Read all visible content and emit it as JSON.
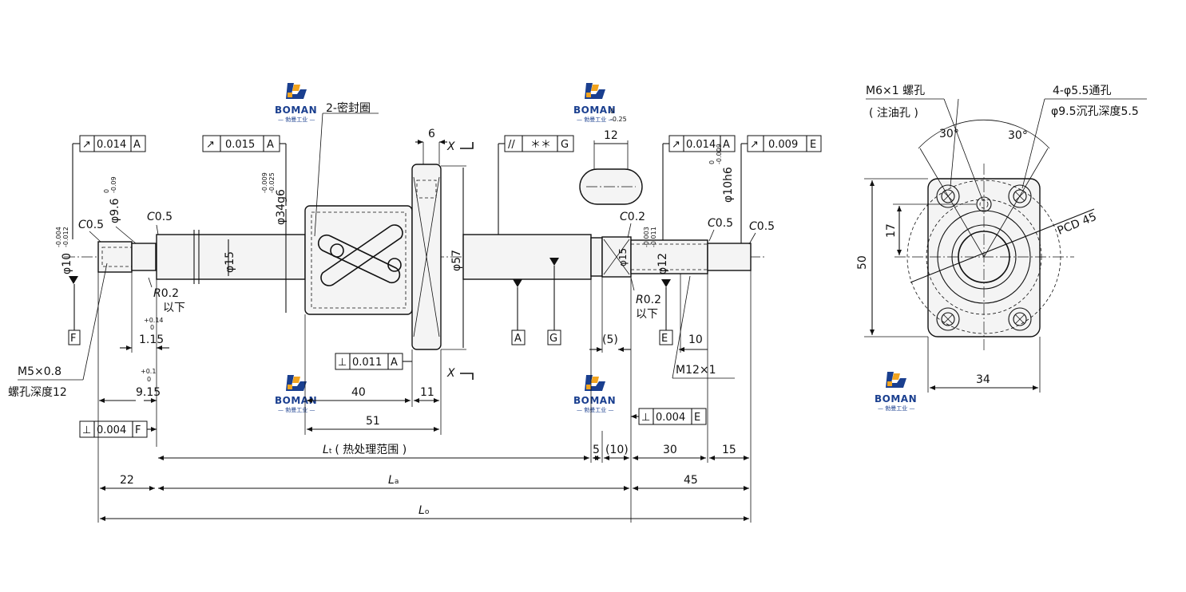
{
  "brand": {
    "name": "BOMAN",
    "subtitle": "— 勃曼工业 —",
    "color_blue": "#1a3f8f",
    "color_orange": "#f2a41e"
  },
  "tolerance_frames": {
    "f1": {
      "symbol": "↗",
      "value": "0.014",
      "datum": "A"
    },
    "f2": {
      "symbol": "↗",
      "value": "0.015",
      "datum": "A"
    },
    "f3": {
      "symbol": "//",
      "value": "＊＊",
      "datum": "G"
    },
    "f4": {
      "symbol": "↗",
      "value": "0.014",
      "datum": "A"
    },
    "f5": {
      "symbol": "↗",
      "value": "0.009",
      "datum": "E"
    },
    "f6": {
      "symbol": "⊥",
      "value": "0.011",
      "datum": "A"
    },
    "f7": {
      "symbol": "⊥",
      "value": "0.004",
      "datum": "F"
    },
    "f8": {
      "symbol": "⊥",
      "value": "0.004",
      "datum": "E"
    }
  },
  "labels": {
    "seal": "2-密封圈",
    "c05": "0.5",
    "c_letter": "C",
    "r02": "0.2",
    "r_letter": "R",
    "below": "以下",
    "phi": "φ",
    "d10": "10",
    "d10_tol_up": "-0.004",
    "d10_tol_low": "-0.012",
    "d96": "9.6",
    "d96_tol_up": "0",
    "d96_tol_low": "-0.09",
    "d15": "15",
    "d34": "34g6",
    "d34_tol_up": "-0.009",
    "d34_tol_low": "-0.025",
    "d57": "57",
    "d12": "12",
    "d12_tol_up": "-0.003",
    "d12_tol_low": "-0.011",
    "d10h6": "10h6",
    "d10h6_tol_up": "0",
    "d10h6_tol_low": "-0.009",
    "dim6": "6",
    "dim12": "12",
    "dim12_tol_up": "0",
    "dim12_tol_low": "-0.25",
    "section_x": "X",
    "datum_a": "A",
    "datum_g": "G",
    "datum_f": "F",
    "datum_e": "E",
    "dim_115": "1.15",
    "dim_115_tol_up": "+0.14",
    "dim_115_tol_low": "0",
    "dim_915": "9.15",
    "dim_915_tol_up": "+0.1",
    "dim_915_tol_low": "0",
    "m5": "M5×0.8",
    "m5_depth": "螺孔深度12",
    "m12": "M12×1",
    "dim40": "40",
    "dim11": "11",
    "dim51": "51",
    "dim5a": "(5)",
    "dim10": "10",
    "lt": "L",
    "lt_sub": "t",
    "lt_text": "( 热处理范围 )",
    "dim5": "5",
    "dim10p": "(10)",
    "dim30": "30",
    "dim15": "15",
    "dim22": "22",
    "la": "L",
    "la_sub": "a",
    "dim45": "45",
    "lo": "L",
    "lo_sub": "o"
  },
  "side_view": {
    "m6": "M6×1 螺孔",
    "m6_sub": "( 注油孔 )",
    "holes": "4-φ5.5通孔",
    "holes_sub": "φ9.5沉孔深度5.5",
    "angle_l": "30°",
    "angle_r": "30°",
    "pcd": "PCD 45",
    "dim50": "50",
    "dim17": "17",
    "dim34": "34"
  }
}
